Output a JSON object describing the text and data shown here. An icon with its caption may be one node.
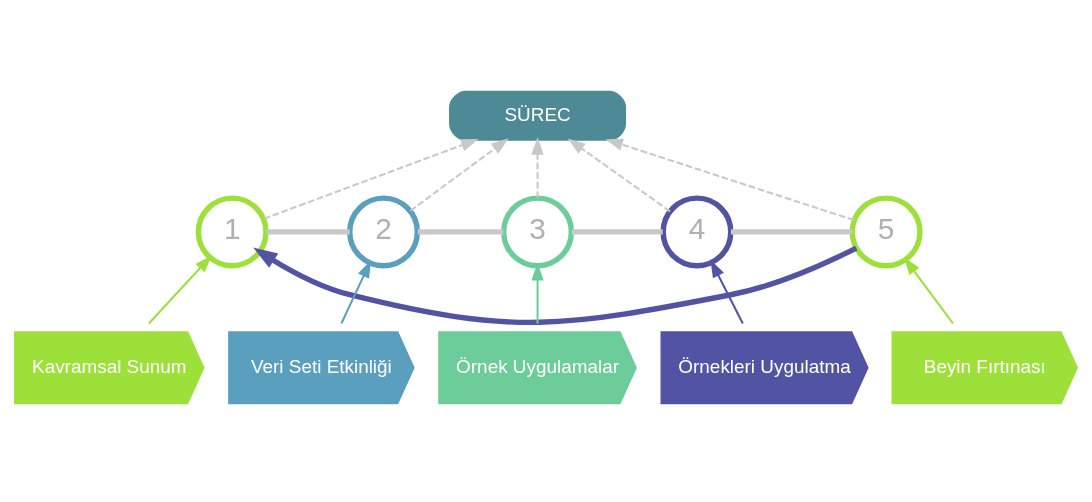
{
  "diagram": {
    "nodes": [
      {
        "text": [
          "SÜREC"
        ]
      },
      {
        "text": [
          "1"
        ]
      },
      {
        "text": [
          "2"
        ]
      },
      {
        "text": [
          "3"
        ]
      },
      {
        "text": [
          "4"
        ]
      },
      {
        "text": [
          "5"
        ]
      },
      {
        "text": [
          "Kavramsal Sunum"
        ]
      },
      {
        "text": [
          "Veri Seti Etkinliği"
        ]
      },
      {
        "text": [
          "Örnek Uygulamalar"
        ]
      },
      {
        "text": [
          "Örnekleri Uygulatma"
        ]
      },
      {
        "text": [
          "Beyin Fırtınası"
        ]
      }
    ],
    "edges": [
      {
        "from": 1,
        "to": 0,
        "arrow": "to",
        "style": "dashed"
      },
      {
        "from": 2,
        "to": 0,
        "arrow": "to",
        "style": "dashed"
      },
      {
        "from": 3,
        "to": 0,
        "arrow": "to",
        "style": "dashed"
      },
      {
        "from": 4,
        "to": 0,
        "arrow": "to",
        "style": "dashed"
      },
      {
        "from": 5,
        "to": 0,
        "arrow": "to",
        "style": "dashed"
      },
      {
        "from": 1,
        "to": 2,
        "arrow": "none",
        "style": "thick"
      },
      {
        "from": 2,
        "to": 3,
        "arrow": "none",
        "style": "thick"
      },
      {
        "from": 3,
        "to": 4,
        "arrow": "none",
        "style": "thick"
      },
      {
        "from": 4,
        "to": 5,
        "arrow": "none",
        "style": "thick"
      },
      {
        "from": 6,
        "to": 1,
        "arrow": "to",
        "color": "#9ee03a"
      },
      {
        "from": 7,
        "to": 2,
        "arrow": "to",
        "color": "#5b9fbf"
      },
      {
        "from": 8,
        "to": 3,
        "arrow": "to",
        "color": "#6ccc9a"
      },
      {
        "from": 9,
        "to": 4,
        "arrow": "to",
        "color": "#5254a3"
      },
      {
        "from": 10,
        "to": 5,
        "arrow": "to",
        "color": "#9ee03a"
      },
      {
        "from": 5,
        "to": 1,
        "arrow": "to",
        "style": "thick",
        "color": "#5254a3"
      }
    ]
  }
}
